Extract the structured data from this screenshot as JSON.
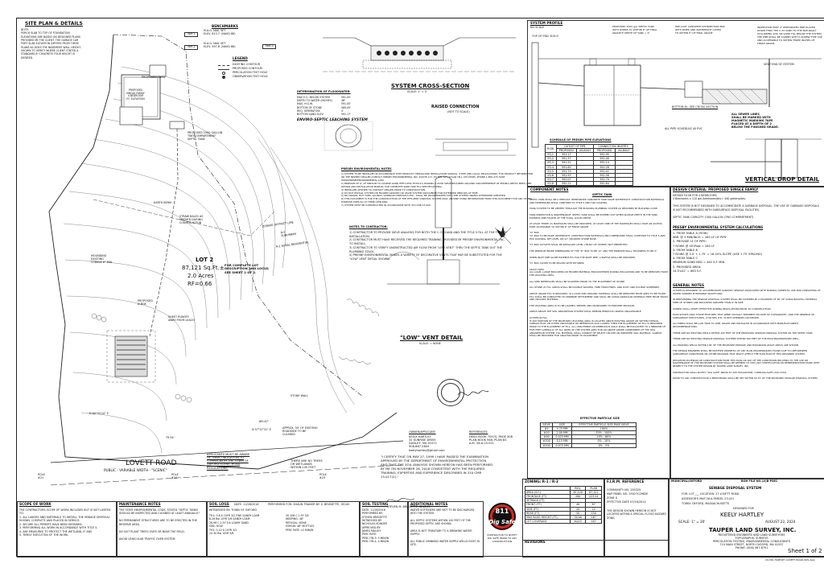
{
  "site_plan": {
    "title": "SITE PLAN & DETAILS",
    "note": "NOTE:\nPORCH SLAB TO TOP OF FOUNDATION\nELEVATIONS ARE BASED ON DESIGNED PLANS\nPROVIDED BY THE CLIENT. THE GARAGE CAR\nPORT SLAB ELEVATION DIFFERS FROM THESE\nPLANS AS DOES THE BASEMENT WALL HEIGHT.\nSHOWN TO VERIFY WHERE CLIENT STATED A\nSTANDARD 8' CONCRETE FOUR HEIGHT IS\nDESIRED.",
    "benchmarks_title": "BENCHMARKS",
    "tbm1": "TBM-1",
    "tbm1_text": "M.A.G. NAIL SET\nELEV. 613.7' (NAVD 88)",
    "tbm2": "TBM-2",
    "tbm2_text": "M.A.G. NAIL SET\nELEV. 597.8' (NAVD 88)",
    "legend_title": "LEGEND",
    "legend": [
      "EXISTING CONTOUR",
      "PROPOSED CONTOUR",
      "PERCOLATION TEST HOLE",
      "OBSERVATION TEST HOLE"
    ],
    "lot_label": "LOT 2",
    "lot_area": "87,121 Sq.Ft.±",
    "lot_acres": "2.0 Acres",
    "rf": "RF=0.66",
    "lot_ref": "FOR COMPLETE LOT\nDESCRIPTION AND LOCUS\nSEE SHEET 2 OF 2.",
    "zoning_line": "ZONING DISTRICT LINE",
    "zoning_r2": "R-2\nSUBURBAN",
    "zoning_r1": "R-1 RURAL RESIDENTIAL",
    "road_name": "LOVETT  ROAD",
    "road_sub": "PUBLIC - VARIABLE WIDTH - \"SCENIC\"",
    "proposed_shed": "PROPOSED SHED",
    "proposed_house": "PROPOSED\nSINGLE-FAMILY\n4 BEDROOM\nF.F. ELEVATION",
    "septic_label": "PROPOSED 1500 GALLON\nTWO COMPARTMENT\nSEPTIC TANK",
    "dbox": "PROPOSED\nD-BOX",
    "earth_berm": "EARTH BERM",
    "straw": "STRAW BALES AS\nNEEDED DURING\nCONSTRUCTION",
    "runoff": "SHEET RUNOFF\nAWAY FROM LEACH",
    "mounding": "MOUNDING\nEXISTING\nCOBBLE 6\" MIN",
    "stone_wall": "STONE WALL",
    "applicants": "APPLICANTS MUST BE AWARE\nOF THEIR OBLIGATION TO\nCOMPLY WITH THE TOWN OF\nOXFORD SCENIC ROAD\nREGULATIONS.",
    "no_wetlands": "THERE ARE NO TREES\nOR WETLANDS\nWITHIN 100 FEET",
    "approx_tree": "APPROX. 50' OF EXISTING\nROADSIDE TO BE\nCLEARED",
    "dims": [
      "N 60°53'10\" E",
      "185.67'",
      "N 57°47'31\" E",
      "79.54'"
    ],
    "poles": [
      "POLE\n#21",
      "POLE\n#22",
      "POLE\n#23"
    ]
  },
  "cross_section": {
    "title": "SYSTEM CROSS-SECTION",
    "scale": "SCALE: 1\" = 5'",
    "determination_title": "DETERMINATION OF FLOODWATER:",
    "determination": [
      [
        "MAX E.G. BELOW SYSTEM",
        "591.00'"
      ],
      [
        "DEPTH TO WATER (INCHES)",
        "48\""
      ],
      [
        "MAX. H.G.W.",
        "591.00'"
      ],
      [
        "BOTTOM OF STONE",
        "589.00'"
      ],
      [
        "REQ. SEPARATION",
        "4'"
      ],
      [
        "BOTTOM SAND ELEV.",
        "591.17'"
      ]
    ],
    "enviro_title": "ENVIRO-SEPTIC LEACHING SYSTEM",
    "raised_title": "RAISED CONNECTION",
    "raised_sub": "(NOT TO SCALE)",
    "presby_title": "PRESBY ENVIRONMENTAL NOTES",
    "presby_text": "1) SYSTEM TO BE INSTALLED IN ACCORDANCE WITH PRODUCT DESIGN AND INSTALLATION MANUAL, STATE AND LOCAL REGULATIONS. FOR PRODUCT INFORMATION OR THE NEWEST DEALER CONTACT PRESBY ENVIRONMENTAL INC. ROUTE 117, PO BOX 617 SUGAR HILL, NH 03585. PHONE 1-800-473-5298 WWW.PRESBYENVIRONMENTAL.COM\n2) MINIMUM OF 6\" OF MEDIUM TO COARSE SAND WITH LESS THAN 2% PASSING A #200 SIEVE REQUIRED AROUND CIRCUMFERENCE OF ENVIRO-SEPTIC PIPES (SEE DESIGN AND INSTALLATION MANUAL FOR COMPLETE SAND AND FILL SPECIFICATIONS).\n3) INSTALLER ADVISED TO CONTACT DEALER PRIOR TO CONSTRUCTION.\n4) DO NOT INSTALL SYSTEM ON FROZEN GROUND OR LEAVE SYSTEM UNCOVERED FOR EXTENDED PERIODS OF TIME.\n5) NO DRAINS, HOT TUBS, SAUNAS, GARBAGE DISPOSALS ETC., SHALL BE INCORPORATED INTO THE SYSTEM UNLESS OTHERWISE SPECIFIED.\n6) THIS DOCUMENT IS FOR THE CONSTRUCTION OF THE EFFLUENT DISPOSAL SYSTEM ONLY. ANYONE USING INFORMATION FROM THIS DOCUMENT FOR ANY OTHER PURPOSE DOES SO AT THEIR OWN RISK.\n7) SYSTEM MUST BE CONSTRUCTED IN ACCORDANCE WITH 310 CMR 15.000.",
    "contractor_title": "NOTES TO CONTRACTOR:",
    "contractor_text": "1)  CONTRACTOR TO PROVIDE SIEVE ANALYSIS FOR BOTH THE C-33 SAND AND THE TITLE 5 FILL AT THE TIME OF INSTALLATION.\n2)  CONTRACTOR MUST HAVE RECEIVED THE REQUIRED TRAINING PROVIDED BY PRESBY ENVIRONMENTAL INC. TO INSTALL.\n3)  CONTRACTOR TO VERIFY UNOBSTRUCTED AIR FLOW FROM \"LOW VENT\" THRU THE SEPTIC TANK OUT THE PLUMBING STACK.\n4)  PRESBY ENVIRONMENTAL MAKES A VARIETY OF DECORATIVE VENTS THAT MAY BE SUBSTITUTED FOR THE \"LOW\" VENT DETAIL SHOWN.",
    "low_vent_title": "\"LOW\" VENT DETAIL",
    "low_vent_scale": "SCALE: = NONE",
    "owner_title": "OWNER/APPLICANT:",
    "owner": "KEELY HARTLEY\n32 SUNRISE DRIVE\nDUDLEY, MA  01571\n508-867-2804\nkeelyhartley@gmail.com",
    "references_title": "REFERENCES:",
    "references": "DEED BOOK 70574, PAGE 308\nPLAN BOOK 946, PLAN 83\nA.M. 28-A-23.021",
    "certify": "\"I CERTIFY THAT ON MAY 27, 1999 I HAVE PASSED THE EXAMINATION APPROVED BY THE DEPARTMENT OF ENVIRONMENTAL PROTECTION AND THAT THE SOIL ANALYSIS SHOWN HEREON HAS BEEN PERFORMED BY ME ON NOVEMBER 28, 2018 CONSISTENT WITH THE REQUIRED TRAINING, EXPERTISE AND EXPERIENCE DESCRIBED IN 310 CMR 15.017(2).\"",
    "signer": "STEVEN M. BRISSETTE, SE#245"
  },
  "system_profile": {
    "title": "SYSTEM PROFILE",
    "scale": "NO SCALE",
    "top_fdn": "TOP OF FND. 619.0'",
    "pipe_note": "PROPOSED 1500 gal. SEPTIC TANK WITH RISERS TO WITHIN 6\" OF FINAL GRADE IF DEPTH OF TANK > 9\"",
    "dbox_note": "PRE-CAST CONCRETE DISTRIBUTION BOX WITH RISER AND WATERTIGHT COVER TO WITHIN 6\" OF FINAL GRADE",
    "inspection": "INSPECTION PORT 4\" PERFORATED PIPE PLACED DOWN THRU THE C-33 SAND TO THE NATURALLY OCCURRING SOIL OR SAND FILL BELOW THE SYSTEM. THE PIPE SHALL BE CAPPED WITH A SCREW TYPE CAP AND ACCESSIBLE TO WITHIN THREE INCHES OF FINISH GRADE.",
    "vent_end": "VENT END OF SYSTEM",
    "bottom_section": "BOTTOM EL. SEE CROSS-SECTION",
    "all_pipe": "ALL PIPE SCHEDULE 40 PVC",
    "magnetic": "ALL SEWER LINES\nSHALL BE MARKED WITH\nMAGNETIC MARKING TAPE\nPLACED AT A DEPTH OF 2\nBELOW THE FINISHED GRADE.",
    "vertical_drop": "VERTICAL DROP DETAIL",
    "schedule_title": "SCHEDULE OF PRESBY PIPE ELEVATIONS",
    "schedule_headers": [
      "ROW",
      "OUTLET OF PIPE",
      "",
      "CONNECTION INVERTS",
      ""
    ],
    "schedule_sub": [
      "",
      "PROPOSED",
      "AS-BUILT",
      "PROPOSED",
      "AS-BUILT"
    ],
    "schedule_rows": [
      [
        "ES-1",
        "591.17",
        "",
        "591.95",
        ""
      ],
      [
        "ES-2",
        "591.37",
        "",
        "592.00",
        ""
      ],
      [
        "ES-3",
        "591.51",
        "",
        "592.14",
        ""
      ],
      [
        "ES-4",
        "591.65",
        "",
        "592.28",
        ""
      ],
      [
        "ES-5",
        "591.79",
        "",
        "592.42",
        ""
      ],
      [
        "ES-6",
        "591.93",
        "",
        "592.56",
        ""
      ],
      [
        "ES-7",
        "592.07",
        "",
        "592.70",
        ""
      ],
      [
        "ES-8",
        "592.21",
        "",
        "592.84",
        ""
      ]
    ]
  },
  "component_notes": {
    "title": "COMPONENT NOTES",
    "septic_title": "SEPTIC TANK",
    "text": "SEPTIC TANK SHALL BE A PRECAST, REINFORCED CONCRETE TANK MADE WATERTIGHT. CONSTRUCTION MATERIALS AND DIMENSIONS SHALL CONFORM TO TITLE 5 AND H20 LOADING.\n\nTANK/ SYSTEM TO BE VENTED THROUGH THE BUILDING PLUMBING SYSTEM AS REQUIRED BY BUILDING CODE.\n\nTANK INSPECTION & MAINTENANCE: SEPTIC TANK SHALL BE PUMPED OUT WHEN SLUDGE DEPTH IN THE TANK EXCEEDS ONE FOURTH OF THE TOTAL LIQUID DEPTH.\n\nAT LEAST THREE (3) MANHOLES SHALL BE PROVIDED. AT LEAST ONE OF THE MANHOLES SHALL HAVE AN ACCESS PORT ACCESSIBLE TO WITHIN 6\" OF FINISH GRADE.\n\n\"D\" BOX\n\"D\" BOX TO BE MADE WATERTIGHT. CONSTRUCTION MATERIALS AND DIMENSIONS SHALL CONFORM TO TITLE 5 AND H20 LOADING. SET LEVEL ON 12\" CRUSHED STONE BASE.\n\n\"D\" BOX OUTLETS SHALL BE INSTALLED LEVEL (\"BUILT UP\" INVERT) NOT PERMITTED.\n\nTHE MINIMUM INSIDE DIMENSIONS OF THE \"D\" BOX TO BE 12\" AND THE MINIMUM WALL THICKNESS TO BE 2\".\n\nWHEN INLET PIPE SLOPE EXCEEDS 8% FOR THE INLET PIPE, A BAFFLE SHALL BE PROVIDED.\n\n\"D\" BOX COVER TO BE SEALED WITH BITUMEN.\n\nLEACH AREA\nALL LOAM, LARGE BOULDERS OR FROZEN MATERIAL ENCOUNTERED DURING EXCAVATION ARE TO BE REMOVED FROM THE LEACHING AREA.\n\nALL SIDE INTERFACES SHALL BE SCARIFIED PRIOR TO THE PLACEMENT OF STONE.\n\nALL STONE AT FILL AREAS SHALL BE DOUBLE WASHED, FREE FROM FINES, AND DUST AND DOUBLE SCREENED.\n\nABOVE GRADE FILL IS REQUIRED. ALL LOAM AND ORGANIC MATERIAL SHALL BE REMOVED FROM AREA TO BE FILLED. FILL SHALL BE COMPACTED TO MINIMIZE SETTLEMENT AND SHALL BE CLEAN GRANULAR MATERIAL FREE FROM TRASH AND ORGANIC MATERIAL.\n\nTHE LEACHING AREA IS TO BE LOAMED, SEEDED AND MAINTAINED TO PREVENT EROSION.\n\nAREAS ABOVE THE SOIL ABSORPTION SYSTEM SHALL REMAIN PERVIOUS UNLESS UNAVOIDABLE.\n\nSYSTEM IN FILL\nIF ANY PORTION OF THE PROPOSED LEACHING AREA IS LOCATED ABOVE EXISTING GRADE OR WITHIN TOPSOIL, SUBSOIL PLOT OR OTHER UNSUITABLE OR IMPERVIOUS SOIL LAYERS, THEN THE PLACEMENT OF FILL IS REQUIRED. PRIOR TO THE PLACEMENT OF FILL, ALL UNSUITABLE OR IMPERVIOUS SOILS SHALL BE EXCAVATED TO A MINIMUM OF FIVE FEET LATERALLY OF ALL SIDES OF THE SYSTEM AREA FOR AN ABOVE GRADE COMPONENT OF THE SOIL ABSORPTION SYSTEM. FILL MATERIAL SHALL CONSIST OF SELECT ON-SITE OR IMPORTED SOIL MATERIAL. SAMPLE SHALL BE PROVIDED FOR ANALYSIS PRIOR TO PLACEMENT.",
    "fill_title": "EFFECTIVE PARTICLE SIZE",
    "fill_headers": [
      "SIEVE",
      "SIZE",
      "EFFECTIVE PARTICLE SIZE PASS SIEVE"
    ],
    "fill_rows": [
      [
        "#4",
        "4.75 MM",
        "100%"
      ],
      [
        "#10",
        "2.00 MM",
        "70% - 100%"
      ],
      [
        "#40",
        "0.425 MM",
        "10% - 60%"
      ],
      [
        "#100",
        "0.15 MM",
        "0% - 10%"
      ],
      [
        "#200",
        "0.075 MM",
        "0% - 5%"
      ]
    ]
  },
  "design": {
    "title": "DESIGN CRITERIA: PROPOSED SINGLE FAMILY",
    "text": "DESIGN FLOW FOR 4 BEDROOMS\n4 Bedrooms x 110 gal./bedroom/day= 440 gallons/day\n\nTHIS SYSTEM IS NOT DESIGNED TO ACCOMMODATE A GARBAGE DISPOSAL. THE USE OF GARBAGE DISPOSALS IS NOT RECOMMENDED WITH SUBSURFACE DISPOSAL FACILITIES.\n\nSEPTIC TANK CAPACITY: 1500 GALLON (TWO COMPARTMENT)",
    "calc_title": "PRESBY ENVIRONMENTAL SYSTEM CALCULATIONS",
    "calc": "1. FROM TABLE A (ROW)\n   4BR. @ 5 MIN/INCH = 280 LF OF PIPE\n2. PROVIDE LF OF PIPE:\n   7 ROWS @ 40'/Row = 280 LF\n3. FROM TABLE B\n   7 ROWS @ 3.0' + 1.75' = 18-20% SLOPE (USE 1.75' SPACING)\n4. FROM TABLE C\n   MINIMUM SAND BED = 440 S.F. MIN.\n5. PROVIDED AREA:\n   14.5'x42' = 663 S.F.",
    "general_title": "GENERAL NOTES",
    "general": "SYSTEM IS DESIGNED TO ACCOMMODATE SANITARY SEWAGE ASSOCIATED WITH NORMAL DOMESTIC USE AND CONSISTING OF WATER CARRIED PUTRESIBLE WASTE ONLY.\n\nIN PERFORMING THE SEWAGE DISPOSAL SYSTEM SHALL BE COVERED BY A MAXIMUM OF 36\" OF CLEAN BACKFILL MATERIAL FREE OF STONES AND BOULDERS GREATER THAN 6\" IN SIZE.\n\nOWNER SHALL VERIFY EFFECTIVE ZONING REGULATIONS PRIOR TO CONSTRUCTION.\n\nPLAN SHOWS ONLY THOSE FEATURES THAT WERE VISUALLY APPARENT ON DATE OF TOPOGRAPHY, AND THE ABSENCE OF SUBSURFACE STRUCTURES, UTILITIES, ETC. IS NOT INTENDED OR IMPLIED.\n\nALL PIPING SHALL BE LAID TRUE TO LINE, GRADE AND INSTALLED IN ACCORDANCE WITH MANUFACTURER'S RECOMMENDATIONS.\n\nTHERE ARE NO EXISTING WELLS WITHIN 100 FEET OF THE PROPOSED SEWAGE DISPOSAL SYSTEM OR THE SEPTIC TANK.\n\nTHERE ARE NO EXISTING SEWAGE DISPOSAL SYSTEMS WITHIN 100 FEET OF THE EXISTING/PROPOSED WELL.\n\nALL ERODING WELLS WITHIN 100' OF THE PROPOSED PRIMARY AND EXPANSION LEACH AREAS ARE SHOWN.\n\nTHE DESIGN ENGINEER SHALL BE NOTIFIED PROMPTLY OF ANY PLAN DISCREPANCIES FOUND DUE TO UNFORESEEN SUBSURFACE CONDITIONS OR OTHER REASONS THAT MIGHT AFFECT THE FUNCTION OF THIS DESIGNED SYSTEM.\n\nDEVIATION IN DESIGN OR CONSTRUCTION FROM THIS PLAN OR ANY OF THE CONDITIONS RELATING TO THE USE OR MAINTENANCE OF THE PROPOSED SYSTEM SHALL BE DEEMED TO VOID ANY CERTIFICATION OR REPRESENTATION MADE WITH RESPECT TO THE SYSTEM DESIGN BY TAUPER LAND SURVEY, INC.\n\nCONTRACTOR SHALL NOTIFY \"DIG SAFE\" PRIOR TO ANY EXCAVATION. 1-888-DIG-SAFE (344-7233)\n\nPRIOR TO ANY CONSTRUCTION A BENCHMARK SHALL BE SET WITHIN 50-75' OF THE PROPOSED SEWAGE DISPOSAL SYSTEM."
  },
  "scope": {
    "title": "SCOPE OF WORK",
    "text": "THE CONTRACTORS SCOPE OF WORK INCLUDES BUT IS NOT LIMITED TO:\n1. ALL LABORS AND MATERIALS TO INSTALL THE SEWAGE DISPOSAL SHOWN, COMPLETE AND PLACED IN SERVICE.\n2. SECURE ALL PERMITS HAVE BEEN OBTAINED.\n3. PERFORMING ALL WORK IN ACCORDANCE WITH TITLE 5.\n4. ANY MEASURES TO PROTECT THE WETLAND, IF ANY.\n5. TIMELY EXECUTION OF THE WORK."
  },
  "maintenance": {
    "title": "MAINTENANCE NOTES",
    "text": "THE STATE ENVIRONMENTAL CODE, STATED \"SEPTIC TANKS SHOULD BE INSPECTED AND CLEANED AT LEAST ANNUALLY.\"\n\nNO PERMANENT STRUCTURES ARE TO BE ERECTED IN THE RESERVE AREA.\n\nDO NOT PLANT TREES OVER OR NEAR THE FIELD.\n\nAVOID VEHICULAR TRAFFIC OVER SYSTEM."
  },
  "soil_logs": {
    "title": "SOIL LOGS",
    "date": "DATE: 11/28/2018",
    "performed": "PERFORMED FOR: SHAUN TRANOR BY: S. BRISSETTE, SE245",
    "witness": "WITNESSED BY: TOWN OF OXFORD",
    "rows": [
      "TH1: 0-8 A 10YR 3/2 FINE SANDY LOAM",
      "8-26 Bw 10YR 5/6 SANDY LOAM",
      "26-96 C 2.5Y 5/4 LOAMY SAND",
      "OBS. HOLE",
      "TH2: 0-10 A 10YR 3/2",
      "10-30 Bw 10YR 5/6",
      "30-108 C 2.5Y 5/4",
      "WEEPING: 48\"",
      "REFUSAL: NONE",
      "ESHGW: 48\" MOTTLES",
      "PERC RATE <2 MIN/IN"
    ]
  },
  "soil_testing": {
    "title": "SOIL TESTING",
    "text": "DATE: 11/28/2018\nPERFORMED BY:\nSTEVEN BRISSETTE\nWITNESSED BY:\nNICHOLAS KONDER\nAPPROVED BY:\nJAMES MALLEY\nPERC RATE:\nPERC ITB-3: 5 MIN/IN\nPERC ITB-4: 4 MIN/IN"
  },
  "additional": {
    "title": "ADDITIONAL NOTES",
    "text": "WATER SOFTENERS ARE NOT TO BE DISCHARGED INTO THE SYSTEM.\n\nALL SEPTIC SYSTEMS WITHIN 100 FEET OF THE PROPOSED SEPTIC ARE SHOWN.\n\nAREA IS NOT TRIBUTARY TO A DRINKING WATER SUPPLY.\n\nALL PUBLIC DRINKING WATER SUPPLY WELLS EXIST IN SITE."
  },
  "digsafe": {
    "brand": "Dig Safe",
    "badge": "811",
    "caption": "CONTRACTOR TO NOTIFY DIG SAFE PRIOR TO ANY CONSTRUCTION"
  },
  "zoning": {
    "title": "ZONING: R-1 / R-2",
    "headers": [
      "",
      "REQ.",
      "PLAN"
    ],
    "rows": [
      [
        "AREA (S.F.)",
        "87,120",
        "87,121"
      ],
      [
        "FRONTAGE (FT)",
        "200",
        "223.24"
      ],
      [
        "SETBACK (FT)",
        "",
        ""
      ],
      [
        "FRONT (FT)",
        "40",
        "87"
      ],
      [
        "SIDE (FT)",
        "20",
        "22"
      ],
      [
        "REAR (FT)",
        "50",
        "150"
      ],
      [
        "MAX BLDG HEIGHT (FT)",
        "35/40",
        "167"
      ],
      [
        "LOT COVERAGE",
        "40/25",
        "187"
      ]
    ]
  },
  "firm": {
    "title": "F.I.R.M. REFERENCE",
    "text": "COMMUNITY NO.  250325\nMAP PANEL NO.  25027C0982E\nZONE  X\nEFFECTIVE DATE  07/16/2014",
    "note": "THE DESIGN SHOWN HEREON IS NOT LOCATED WITHIN A SPECIAL FLOOD HAZARD ZONE."
  },
  "title_block": {
    "muni": "MUNICIPAL/OXFORD",
    "boh": "BOH FILE NO.(#)B-P061",
    "sds": "SEWAGE DISPOSAL SYSTEM",
    "for": "FOR: LOT ___  LOCATION: 27 LOVETT ROAD",
    "assessor": "ASSESSOR'S MAP  28-A  PARCEL  23.021",
    "town": "TOWN: OXFORD, MASSACHUSETTS",
    "designed": "DESIGNED FOR",
    "client": "KEELY HARTLEY",
    "scale": "SCALE: 1\" = 30'",
    "date": "AUGUST 22, 2024",
    "firm_name": "TAUPER LAND SURVEY, INC.",
    "firm_sub": "REGISTERED ENGINEERS AND LAND SURVEYORS\nTOPOGRAPHIC SURVEYS\nPERCOLATION TESTING, ENVIRONMENTAL CONSULTANTS\n710 MAIN STREET, NORTH OXFORD, MA 01537\nPHONE: (508) 987-8791",
    "sheet": "Sheet 1 of 2",
    "file": "24-301 HARTLEY LOVETT ROAD-SDS.dwg"
  },
  "revisions": {
    "title": "REVISIONS",
    "rows": [
      "DATE",
      "REVISION",
      "BY"
    ]
  },
  "colors": {
    "line": "#222222",
    "red": "#d7261e",
    "gray": "#777777"
  }
}
